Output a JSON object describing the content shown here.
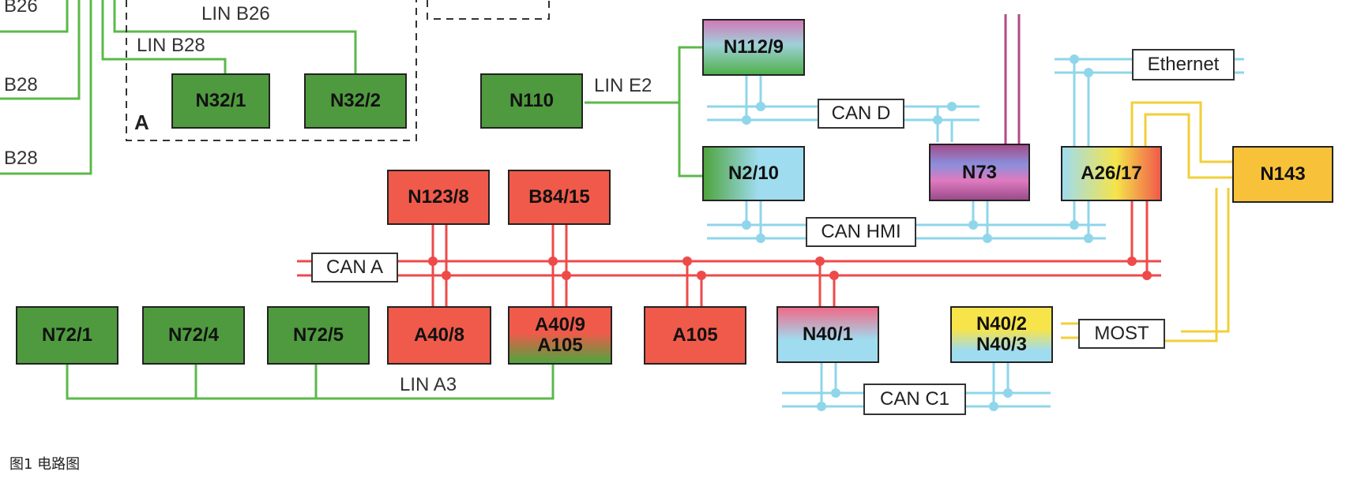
{
  "caption": "图1 电路图",
  "area_label": "A",
  "lin_labels": {
    "b26_top": "LIN B26",
    "b28_a": "LIN B28",
    "e2": "LIN E2",
    "a3": "LIN A3"
  },
  "side_labels": {
    "b28_left_1": "B28",
    "b28_left_2": "B28",
    "b26_top": "B26"
  },
  "bus_labels": {
    "can_d": "CAN D",
    "can_hmi": "CAN HMI",
    "can_a": "CAN A",
    "can_c1": "CAN C1",
    "most": "MOST",
    "ethernet": "Ethernet"
  },
  "nodes": {
    "n32_1": "N32/1",
    "n32_2": "N32/2",
    "n110": "N110",
    "n112_9": "N112/9",
    "n2_10": "N2/10",
    "n73": "N73",
    "a26_17": "A26/17",
    "n143": "N143",
    "n123_8": "N123/8",
    "b84_15": "B84/15",
    "n72_1": "N72/1",
    "n72_4": "N72/4",
    "n72_5": "N72/5",
    "a40_8": "A40/8",
    "a40_9": "A40/9\nA105",
    "a105": "A105",
    "n40_1": "N40/1",
    "n40_2": "N40/2\nN40/3"
  },
  "colors": {
    "lin_green": "#58b84a",
    "can_red": "#ee4a4a",
    "can_cyan": "#8fd6ea",
    "most_yellow": "#f2cf3a",
    "n73_purple": "#b14a8a"
  }
}
